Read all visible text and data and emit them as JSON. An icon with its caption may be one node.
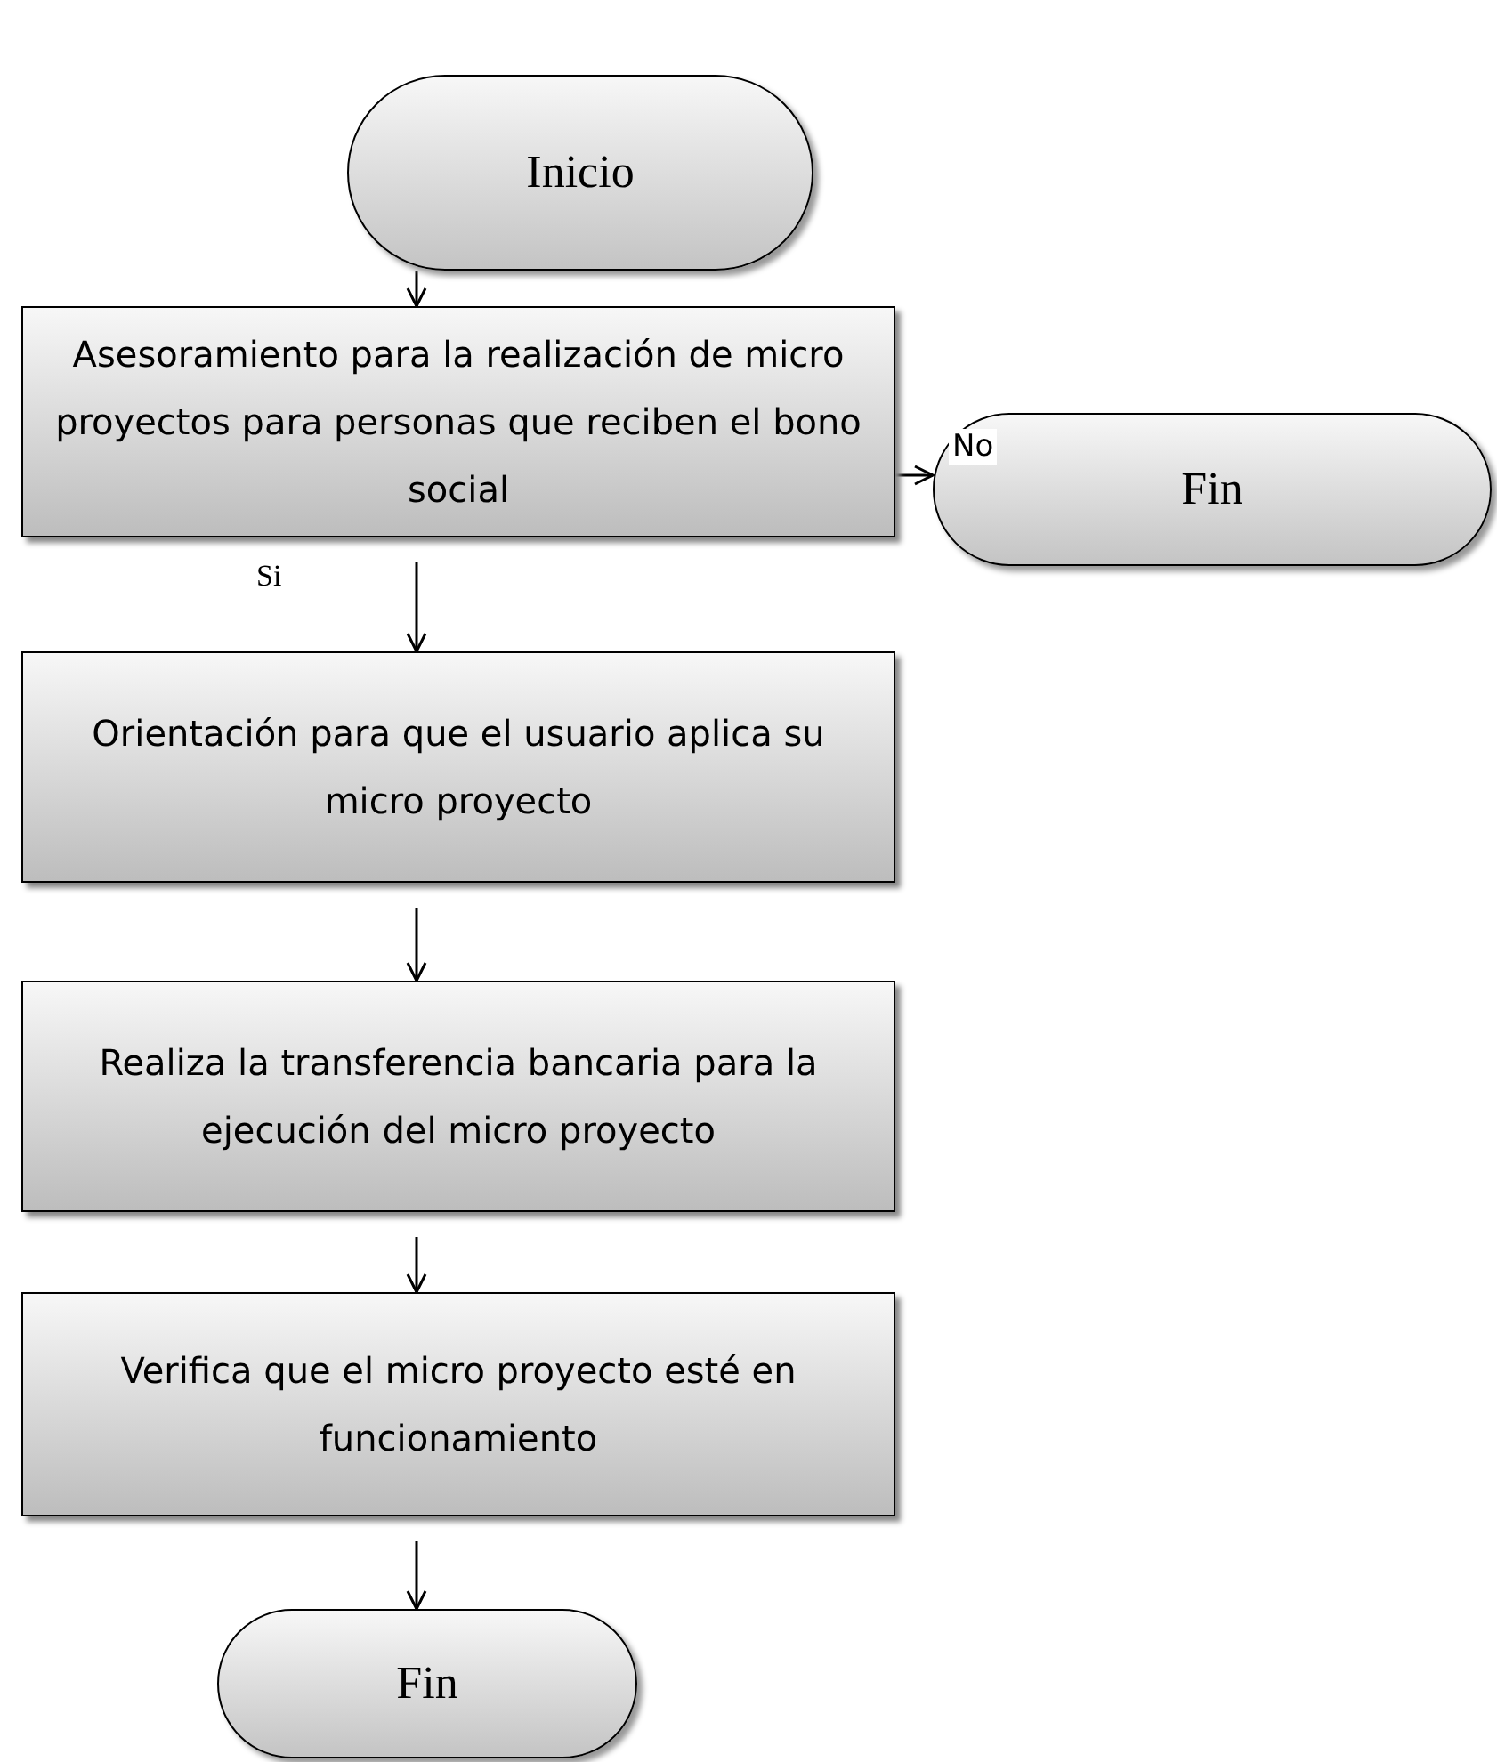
{
  "diagram": {
    "nodes": [
      {
        "text": [
          "Inicio"
        ]
      },
      {
        "text": [
          "Asesoramiento para la realización de micro proyectos para personas que reciben el bono social"
        ]
      },
      {
        "text": [
          "Fin"
        ]
      },
      {
        "text": [
          "Orientación para que el usuario aplica su micro proyecto"
        ]
      },
      {
        "text": [
          "Realiza la transferencia bancaria para la ejecución del micro proyecto"
        ]
      },
      {
        "text": [
          "Verifica que el micro proyecto esté en funcionamiento"
        ]
      },
      {
        "text": [
          "Fin"
        ]
      }
    ],
    "edges": [
      {
        "from": 0,
        "to": 1,
        "arrow": "to"
      },
      {
        "from": 1,
        "to": 2,
        "arrow": "to",
        "label": "No"
      },
      {
        "from": 1,
        "to": 3,
        "arrow": "to",
        "label": "Si"
      },
      {
        "from": 3,
        "to": 4,
        "arrow": "to"
      },
      {
        "from": 4,
        "to": 5,
        "arrow": "to"
      },
      {
        "from": 5,
        "to": 6,
        "arrow": "to"
      }
    ]
  }
}
